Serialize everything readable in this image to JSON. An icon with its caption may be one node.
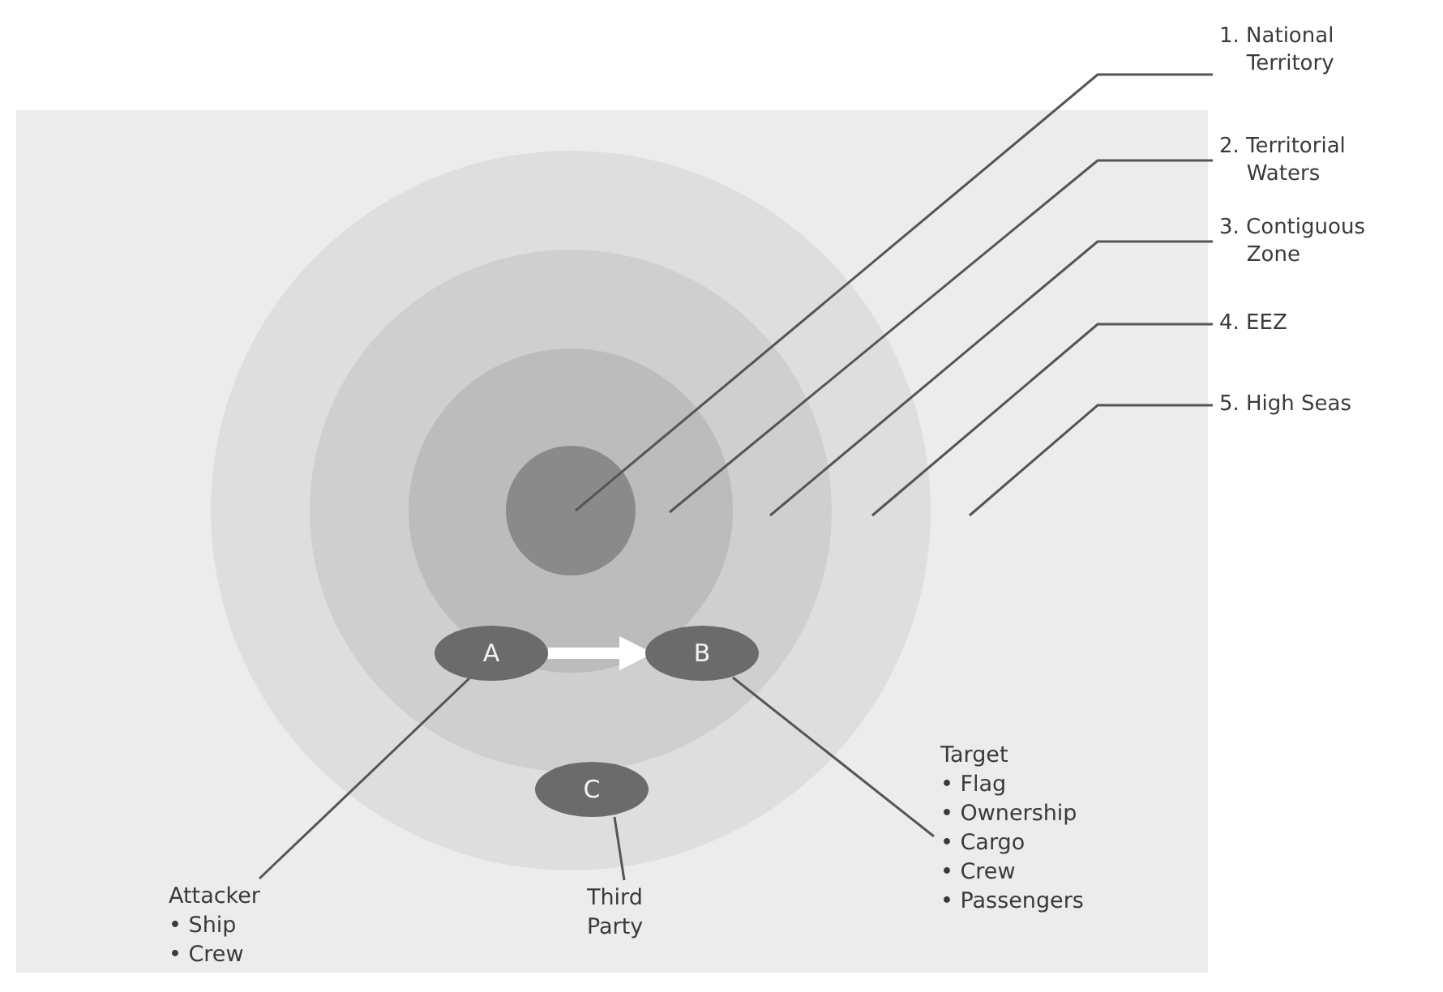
{
  "diagram": {
    "nodes": [
      {
        "text": [],
        "shape": "box"
      },
      {
        "text": [],
        "shape": "circle",
        "in": 0
      },
      {
        "text": [],
        "shape": "circle",
        "in": 1
      },
      {
        "text": [],
        "shape": "circle",
        "in": 2
      },
      {
        "text": [],
        "shape": "circle",
        "in": 3
      },
      {
        "text": [
          "A"
        ],
        "in": 2
      },
      {
        "text": [
          "B"
        ],
        "in": 2
      },
      {
        "text": [
          "C"
        ],
        "in": 1
      },
      {
        "text": [
          "1. National Territory"
        ]
      },
      {
        "text": [
          "2. Territorial Waters"
        ]
      },
      {
        "text": [
          "3. Contiguous Zone"
        ]
      },
      {
        "text": [
          "4. EEZ"
        ]
      },
      {
        "text": [
          "5. High Seas"
        ]
      },
      {
        "text": [
          "Attacker",
          "• Ship",
          "• Crew"
        ],
        "in": 0
      },
      {
        "text": [
          "Third Party"
        ],
        "in": 0
      },
      {
        "text": [
          "Target",
          "• Flag",
          "• Ownership",
          "• Cargo",
          "• Crew",
          "• Passengers"
        ],
        "in": 0
      }
    ],
    "edges": [
      {
        "from": 8,
        "to": 4,
        "arrow": "none"
      },
      {
        "from": 9,
        "to": 3,
        "arrow": "none"
      },
      {
        "from": 10,
        "to": 2,
        "arrow": "none"
      },
      {
        "from": 11,
        "to": 1,
        "arrow": "none"
      },
      {
        "from": 12,
        "to": 0,
        "arrow": "none"
      },
      {
        "from": 13,
        "to": 5,
        "arrow": "none"
      },
      {
        "from": 14,
        "to": 7,
        "arrow": "none"
      },
      {
        "from": 15,
        "to": 6,
        "arrow": "none"
      },
      {
        "from": 5,
        "to": 6,
        "arrow": "to",
        "style": "thick",
        "color": "#ffffff"
      }
    ]
  }
}
